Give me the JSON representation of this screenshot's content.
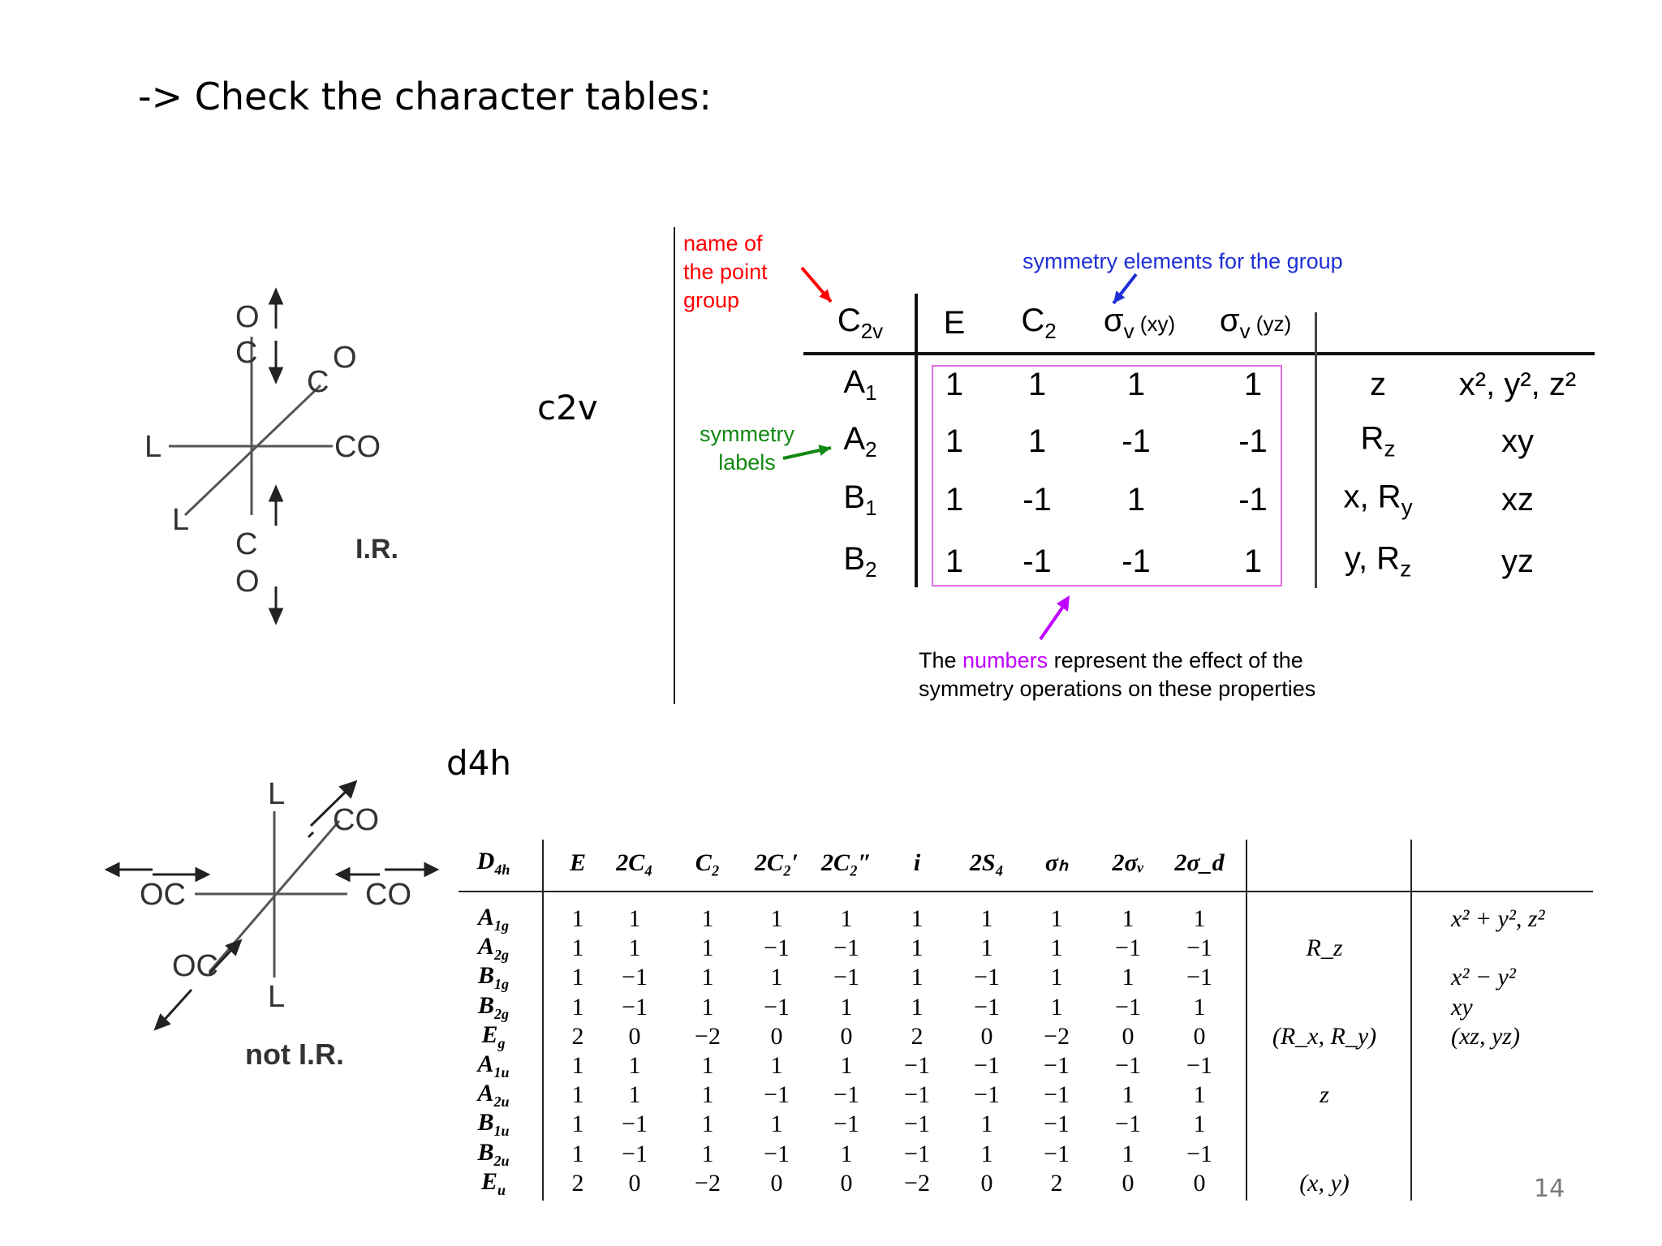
{
  "heading": "-> Check the character tables:",
  "page_number": "14",
  "c2v": {
    "label": "c2v",
    "molecule": {
      "labels": {
        "l_left": "L",
        "co_right": "CO",
        "l_lower": "L",
        "o_top": "O",
        "c_top": "C",
        "c_diag": "C",
        "o_diag": "O",
        "c_bottom": "C",
        "o_bottom": "O"
      },
      "caption": "I.R."
    },
    "annotations": {
      "name": [
        "name of",
        "the point",
        "group"
      ],
      "elements": "symmetry elements for the group",
      "labels": [
        "symmetry",
        "labels"
      ],
      "numbers_pre": "The ",
      "numbers_word": "numbers",
      "numbers_post": " represent the effect of the",
      "numbers_line2": "symmetry operations on these properties"
    },
    "colors": {
      "name": "#ff0000",
      "elements": "#1f2fd6",
      "labels": "#118811",
      "numbers": "#c000ff",
      "box": "#e070e8"
    },
    "table": {
      "group": "C",
      "group_sub": "2v",
      "headers": [
        {
          "main": "E",
          "sub": "",
          "extra": ""
        },
        {
          "main": "C",
          "sub": "2",
          "extra": ""
        },
        {
          "main": "σ",
          "sub": "v",
          "extra": " (xy)"
        },
        {
          "main": "σ",
          "sub": "v",
          "extra": " (yz)"
        }
      ],
      "rows": [
        {
          "label": "A",
          "sub": "1",
          "values": [
            "1",
            "1",
            "1",
            "1"
          ],
          "linear": "z",
          "quadratic": "x², y², z²"
        },
        {
          "label": "A",
          "sub": "2",
          "values": [
            "1",
            "1",
            "-1",
            "-1"
          ],
          "linear": "Rz",
          "quadratic": "xy"
        },
        {
          "label": "B",
          "sub": "1",
          "values": [
            "1",
            "-1",
            "1",
            "-1"
          ],
          "linear": "x, Ry",
          "quadratic": "xz"
        },
        {
          "label": "B",
          "sub": "2",
          "values": [
            "1",
            "-1",
            "-1",
            "1"
          ],
          "linear": "y, Rz",
          "quadratic": "yz"
        }
      ]
    }
  },
  "d4h": {
    "label": "d4h",
    "molecule": {
      "labels": {
        "l_top": "L",
        "co_upper": "CO",
        "oc_left": "OC",
        "co_right": "CO",
        "oc_lower": "OC",
        "l_bottom": "L"
      },
      "caption": "not I.R."
    },
    "table": {
      "group": "D",
      "group_sub": "4h",
      "headers": [
        "E",
        "2C₄",
        "C₂",
        "2C₂′",
        "2C₂″",
        "i",
        "2S₄",
        "σₕ",
        "2σᵥ",
        "2σ_d"
      ],
      "rows": [
        {
          "label": "A",
          "sub": "1g",
          "values": [
            "1",
            "1",
            "1",
            "1",
            "1",
            "1",
            "1",
            "1",
            "1",
            "1"
          ],
          "linear": "",
          "quadratic": "x² + y², z²"
        },
        {
          "label": "A",
          "sub": "2g",
          "values": [
            "1",
            "1",
            "1",
            "−1",
            "−1",
            "1",
            "1",
            "1",
            "−1",
            "−1"
          ],
          "linear": "R_z",
          "quadratic": ""
        },
        {
          "label": "B",
          "sub": "1g",
          "values": [
            "1",
            "−1",
            "1",
            "1",
            "−1",
            "1",
            "−1",
            "1",
            "1",
            "−1"
          ],
          "linear": "",
          "quadratic": "x² − y²"
        },
        {
          "label": "B",
          "sub": "2g",
          "values": [
            "1",
            "−1",
            "1",
            "−1",
            "1",
            "1",
            "−1",
            "1",
            "−1",
            "1"
          ],
          "linear": "",
          "quadratic": "xy"
        },
        {
          "label": "E",
          "sub": "g",
          "values": [
            "2",
            "0",
            "−2",
            "0",
            "0",
            "2",
            "0",
            "−2",
            "0",
            "0"
          ],
          "linear": "(R_x, R_y)",
          "quadratic": "(xz, yz)"
        },
        {
          "label": "A",
          "sub": "1u",
          "values": [
            "1",
            "1",
            "1",
            "1",
            "1",
            "−1",
            "−1",
            "−1",
            "−1",
            "−1"
          ],
          "linear": "",
          "quadratic": ""
        },
        {
          "label": "A",
          "sub": "2u",
          "values": [
            "1",
            "1",
            "1",
            "−1",
            "−1",
            "−1",
            "−1",
            "−1",
            "1",
            "1"
          ],
          "linear": "z",
          "quadratic": ""
        },
        {
          "label": "B",
          "sub": "1u",
          "values": [
            "1",
            "−1",
            "1",
            "1",
            "−1",
            "−1",
            "1",
            "−1",
            "−1",
            "1"
          ],
          "linear": "",
          "quadratic": ""
        },
        {
          "label": "B",
          "sub": "2u",
          "values": [
            "1",
            "−1",
            "1",
            "−1",
            "1",
            "−1",
            "1",
            "−1",
            "1",
            "−1"
          ],
          "linear": "",
          "quadratic": ""
        },
        {
          "label": "E",
          "sub": "u",
          "values": [
            "2",
            "0",
            "−2",
            "0",
            "0",
            "−2",
            "0",
            "2",
            "0",
            "0"
          ],
          "linear": "(x, y)",
          "quadratic": ""
        }
      ]
    }
  }
}
